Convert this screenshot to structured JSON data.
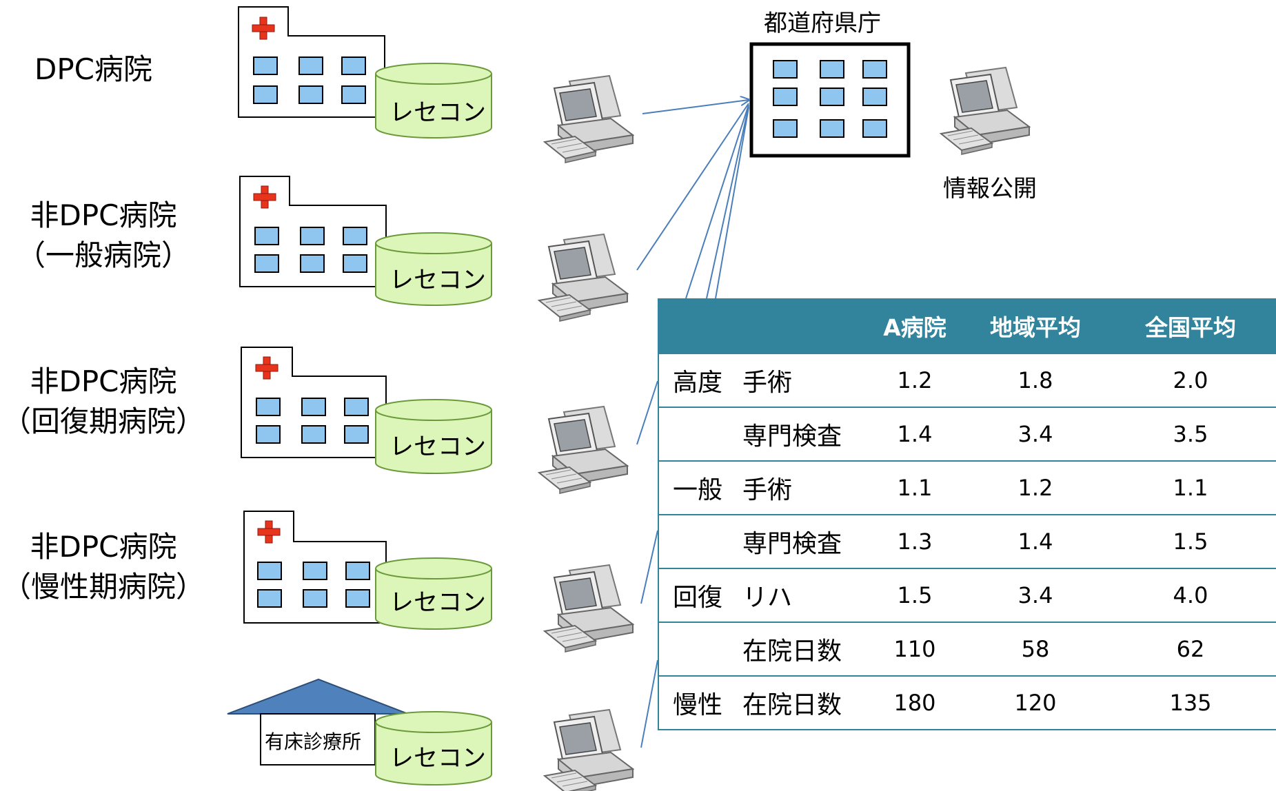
{
  "facilities": [
    {
      "label_lines": [
        "DPC病院"
      ],
      "db_label": "レセコン"
    },
    {
      "label_lines": [
        "非DPC病院",
        "（一般病院）"
      ],
      "db_label": "レセコン"
    },
    {
      "label_lines": [
        "非DPC病院",
        "（回復期病院）"
      ],
      "db_label": "レセコン"
    },
    {
      "label_lines": [
        "非DPC病院",
        "（慢性期病院）"
      ],
      "db_label": "レセコン"
    }
  ],
  "clinic": {
    "label": "有床診療所",
    "db_label": "レセコン"
  },
  "prefecture": {
    "label": "都道府県庁"
  },
  "public_info": {
    "label": "情報公開"
  },
  "table": {
    "headers": [
      "",
      "",
      "A病院",
      "地域平均",
      "全国平均"
    ],
    "rows": [
      {
        "category": "高度",
        "item": "手術",
        "values": [
          "1.2",
          "1.8",
          "2.0"
        ]
      },
      {
        "category": "",
        "item": "専門検査",
        "values": [
          "1.4",
          "3.4",
          "3.5"
        ]
      },
      {
        "category": "一般",
        "item": "手術",
        "values": [
          "1.1",
          "1.2",
          "1.1"
        ]
      },
      {
        "category": "",
        "item": "専門検査",
        "values": [
          "1.3",
          "1.4",
          "1.5"
        ]
      },
      {
        "category": "回復",
        "item": "リハ",
        "values": [
          "1.5",
          "3.4",
          "4.0"
        ]
      },
      {
        "category": "",
        "item": "在院日数",
        "values": [
          "110",
          "58",
          "62"
        ]
      },
      {
        "category": "慢性",
        "item": "在院日数",
        "values": [
          "180",
          "120",
          "135"
        ]
      }
    ]
  },
  "colors": {
    "header_teal": "#31849b",
    "window_blue": "#8ec6f0",
    "db_green": "#dcf5b8",
    "roof_blue": "#4f81bd",
    "cross_red": "#e8341c",
    "arrow_blue": "#4a7ebb"
  },
  "icons": [
    "hospital-building-icon",
    "database-cylinder-icon",
    "computer-terminal-icon",
    "red-cross-icon",
    "clinic-roof-icon",
    "prefectural-office-icon"
  ]
}
